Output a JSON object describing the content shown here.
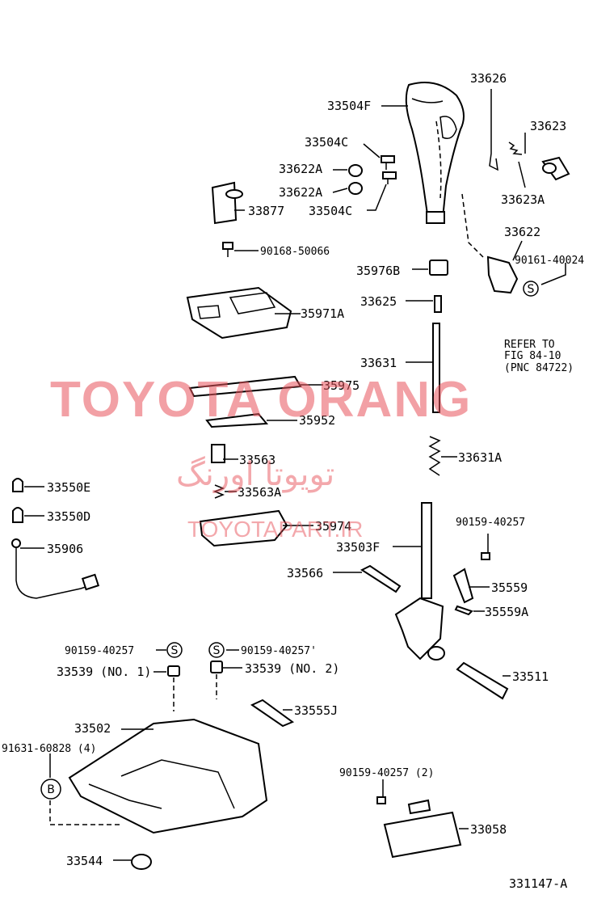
{
  "labels": {
    "l33504F": "33504F",
    "l33626": "33626",
    "l33504C_top": "33504C",
    "l33623": "33623",
    "l33622A_top": "33622A",
    "l33622A_bot": "33622A",
    "l33623A": "33623A",
    "l33504C_bot": "33504C",
    "l33877": "33877",
    "l33622": "33622",
    "l90168": "90168-50066",
    "l90161": "90161-40024",
    "l35976B": "35976B",
    "l33625": "33625",
    "l35971A": "35971A",
    "l33631": "33631",
    "l35975": "35975",
    "l35952": "35952",
    "l33563": "33563",
    "l33631A": "33631A",
    "l33550E": "33550E",
    "l33563A": "33563A",
    "l33550D": "33550D",
    "l35974": "35974",
    "l90159_a": "90159-40257",
    "l35906": "35906",
    "l33503F": "33503F",
    "l33566": "33566",
    "l35559": "35559",
    "l35559A": "35559A",
    "l90159_b": "90159-40257",
    "l90159_c": "90159-40257'",
    "l33539_1": "33539 (NO. 1)",
    "l33539_2": "33539 (NO. 2)",
    "l33511": "33511",
    "l33555J": "33555J",
    "l33502": "33502",
    "l91631": "91631-60828 (4)",
    "l90159_d": "90159-40257 (2)",
    "l33058": "33058",
    "l33544": "33544",
    "l_ref1": "REFER TO",
    "l_ref2": "FIG 84-10",
    "l_ref3": "(PNC 84722)",
    "diagram_id": "331147-A"
  },
  "markers": {
    "s1": "S",
    "s2": "S",
    "s3": "S",
    "b1": "B"
  },
  "watermark": {
    "brand": "TOYOTA ORANG",
    "farsi": "تویوتا اورنگ",
    "url": "TOYOTAPART.IR"
  },
  "colors": {
    "watermark": "#e8545c",
    "ink": "#000000"
  }
}
